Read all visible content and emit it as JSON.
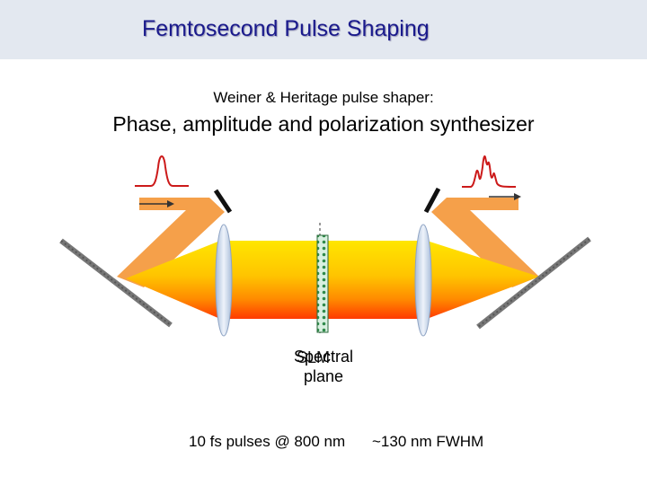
{
  "title": "Femtosecond Pulse Shaping",
  "subtitle": "Weiner & Heritage pulse shaper:",
  "heading": "Phase, amplitude and polarization synthesizer",
  "spectral_label": "Spectral plane",
  "slm_label": "SLM",
  "pulses_label": "10 fs pulses @ 800 nm",
  "fwhm_label": "~130 nm FWHM",
  "colors": {
    "title": "#1a1a8c",
    "beam": "#f5a04a",
    "beam_hot": "#ffe000",
    "beam_edge": "#e83000",
    "pulse_curve": "#cc1a1a",
    "slm": "#3a9a4a",
    "lens": "#c8d8f0"
  }
}
